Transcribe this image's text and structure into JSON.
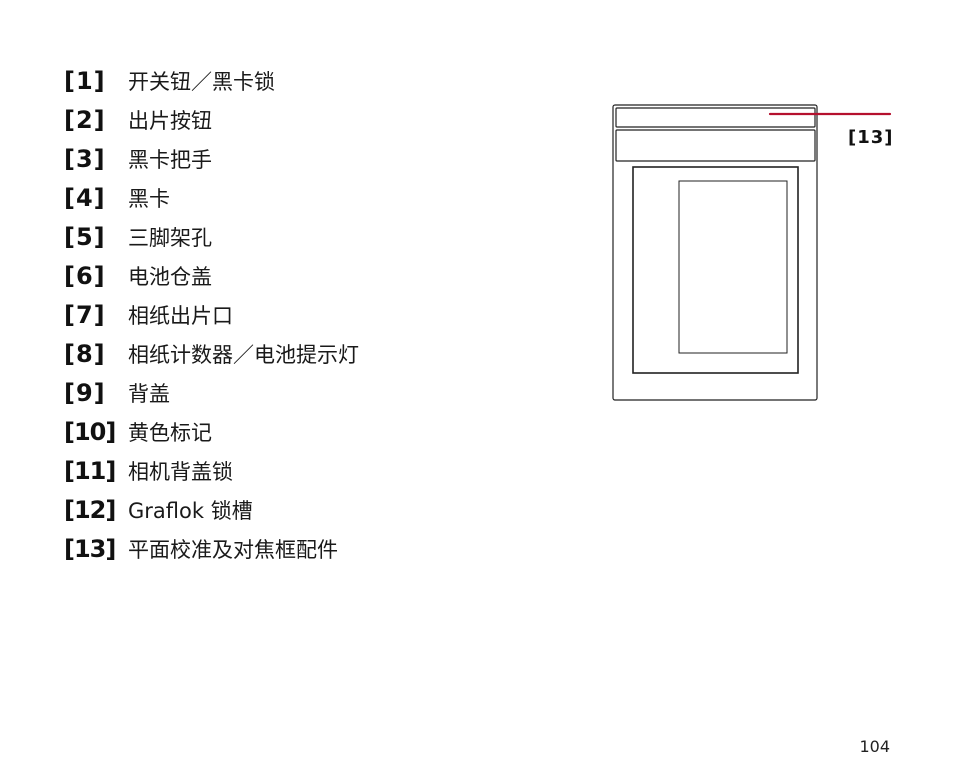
{
  "legend": [
    {
      "num": "[1]",
      "label": "开关钮／黑卡锁"
    },
    {
      "num": "[2]",
      "label": "出片按钮"
    },
    {
      "num": "[3]",
      "label": "黑卡把手"
    },
    {
      "num": "[4]",
      "label": "黑卡"
    },
    {
      "num": "[5]",
      "label": "三脚架孔"
    },
    {
      "num": "[6]",
      "label": "电池仓盖"
    },
    {
      "num": "[7]",
      "label": "相纸出片口"
    },
    {
      "num": "[8]",
      "label": "相纸计数器／电池提示灯"
    },
    {
      "num": "[9]",
      "label": "背盖"
    },
    {
      "num": "[10]",
      "label": "黄色标记"
    },
    {
      "num": "[11]",
      "label": "相机背盖锁"
    },
    {
      "num": "[12]",
      "label": "Graflok 锁槽"
    },
    {
      "num": "[13]",
      "label": "平面校准及对焦框配件"
    }
  ],
  "diagram": {
    "callout_label": "[13]",
    "callout_color": "#b5102e"
  },
  "page_number": "104"
}
